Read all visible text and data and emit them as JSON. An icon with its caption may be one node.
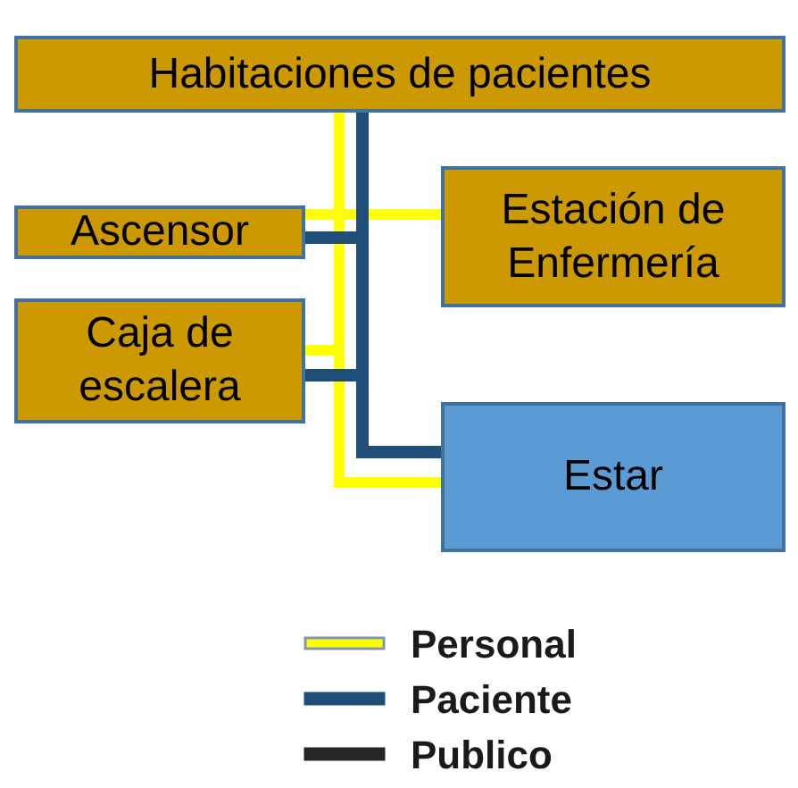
{
  "diagram": {
    "nodes": [
      {
        "text": [
          "Habitaciones de pacientes"
        ]
      },
      {
        "text": [
          "Ascensor"
        ]
      },
      {
        "text": [
          "Estación de Enfermería"
        ]
      },
      {
        "text": [
          "Caja de escalera"
        ]
      },
      {
        "text": [
          "Estar"
        ]
      }
    ],
    "edges": [
      {
        "from": 0,
        "to": 4,
        "arrow": "none",
        "color": "#ffff00"
      },
      {
        "from": 1,
        "to": 2,
        "arrow": "none",
        "color": "#ffff00"
      },
      {
        "from": 3,
        "to": 4,
        "arrow": "none",
        "color": "#ffff00"
      },
      {
        "from": 0,
        "to": 4,
        "arrow": "none",
        "color": "#1f4e79"
      },
      {
        "from": 1,
        "to": 4,
        "arrow": "none",
        "color": "#1f4e79"
      },
      {
        "from": 3,
        "to": 4,
        "arrow": "none",
        "color": "#1f4e79"
      }
    ],
    "legend": [
      {
        "text": "Personal",
        "color": "#ffff00"
      },
      {
        "text": "Paciente",
        "color": "#1f4e79"
      },
      {
        "text": "Publico",
        "color": "#262626"
      }
    ]
  }
}
